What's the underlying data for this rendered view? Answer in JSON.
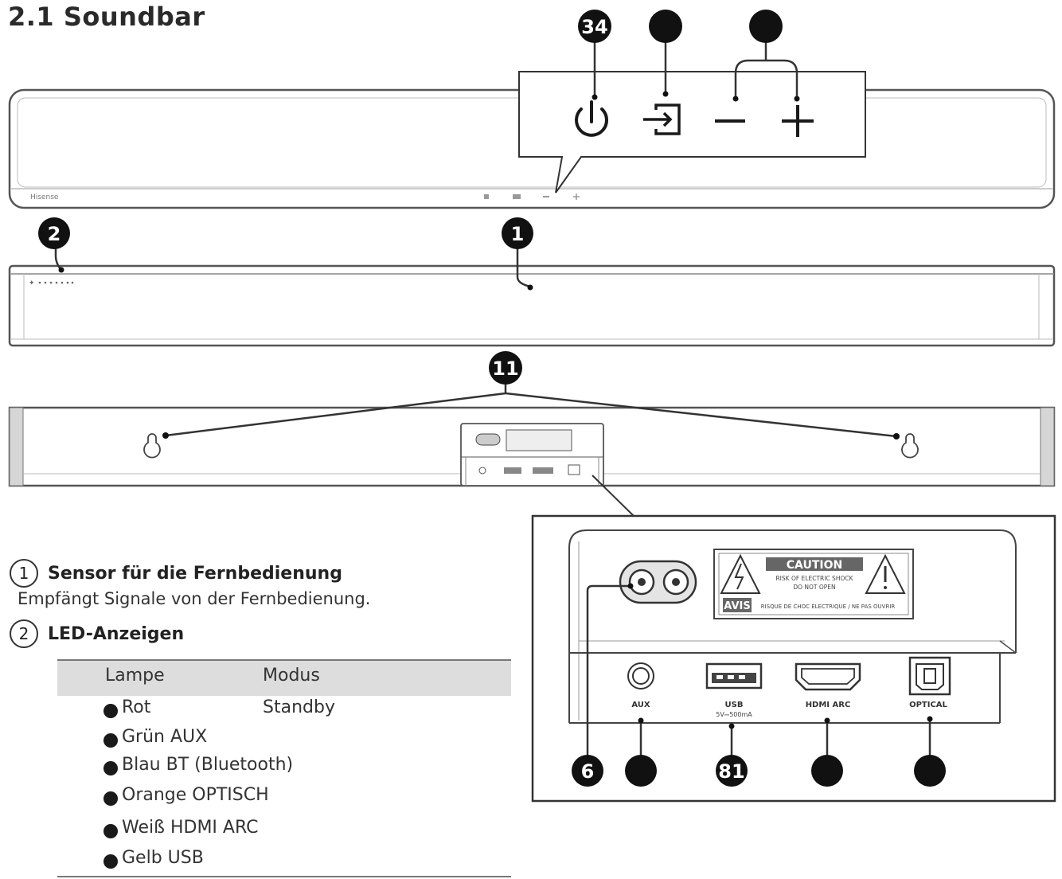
{
  "page": {
    "title": "2.1 Soundbar"
  },
  "top_view": {
    "brand": "Hisense",
    "callout_numbers": {
      "power": "34",
      "input": "",
      "volume": ""
    },
    "buttons": [
      "power-icon",
      "input-icon",
      "minus-icon",
      "plus-icon"
    ]
  },
  "front_view": {
    "callout_numbers": {
      "remote_sensor": "1",
      "led_indicators": "2"
    }
  },
  "back_view": {
    "callout_numbers": {
      "wall_mount": "11"
    }
  },
  "port_panel": {
    "caution_title": "CAUTION",
    "caution_line1": "RISK OF ELECTRIC SHOCK",
    "caution_line2": "DO NOT OPEN",
    "avis_label": "AVIS",
    "avis_text": "RISQUE DE CHOC ÉLECTRIQUE / NE PAS OUVRIR",
    "ports": {
      "aux": "AUX",
      "usb": "USB",
      "usb_spec": "5V⎓500mA",
      "hdmi": "HDMI ARC",
      "optical": "OPTICAL"
    },
    "callout_numbers": {
      "power_in": "6",
      "aux": "",
      "usb": "81",
      "hdmi": "",
      "optical": ""
    }
  },
  "legend": {
    "item1": {
      "number": "1",
      "title": "Sensor für die Fernbedienung",
      "description": "Empfängt Signale von der Fernbedienung."
    },
    "item2": {
      "number": "2",
      "title": "LED-Anzeigen"
    },
    "led_table": {
      "headers": {
        "lamp": "Lampe",
        "mode": "Modus"
      },
      "rows": [
        {
          "label": "Rot",
          "mode": "Standby"
        },
        {
          "label": "Grün AUX",
          "mode": ""
        },
        {
          "label": "Blau BT (Bluetooth)",
          "mode": ""
        },
        {
          "label": "Orange OPTISCH",
          "mode": ""
        },
        {
          "label": "Weiß HDMI ARC",
          "mode": ""
        },
        {
          "label": "Gelb USB",
          "mode": ""
        }
      ]
    }
  },
  "colors": {
    "line": "#333333",
    "badge": "#111111",
    "header_bg": "#dddddd"
  }
}
